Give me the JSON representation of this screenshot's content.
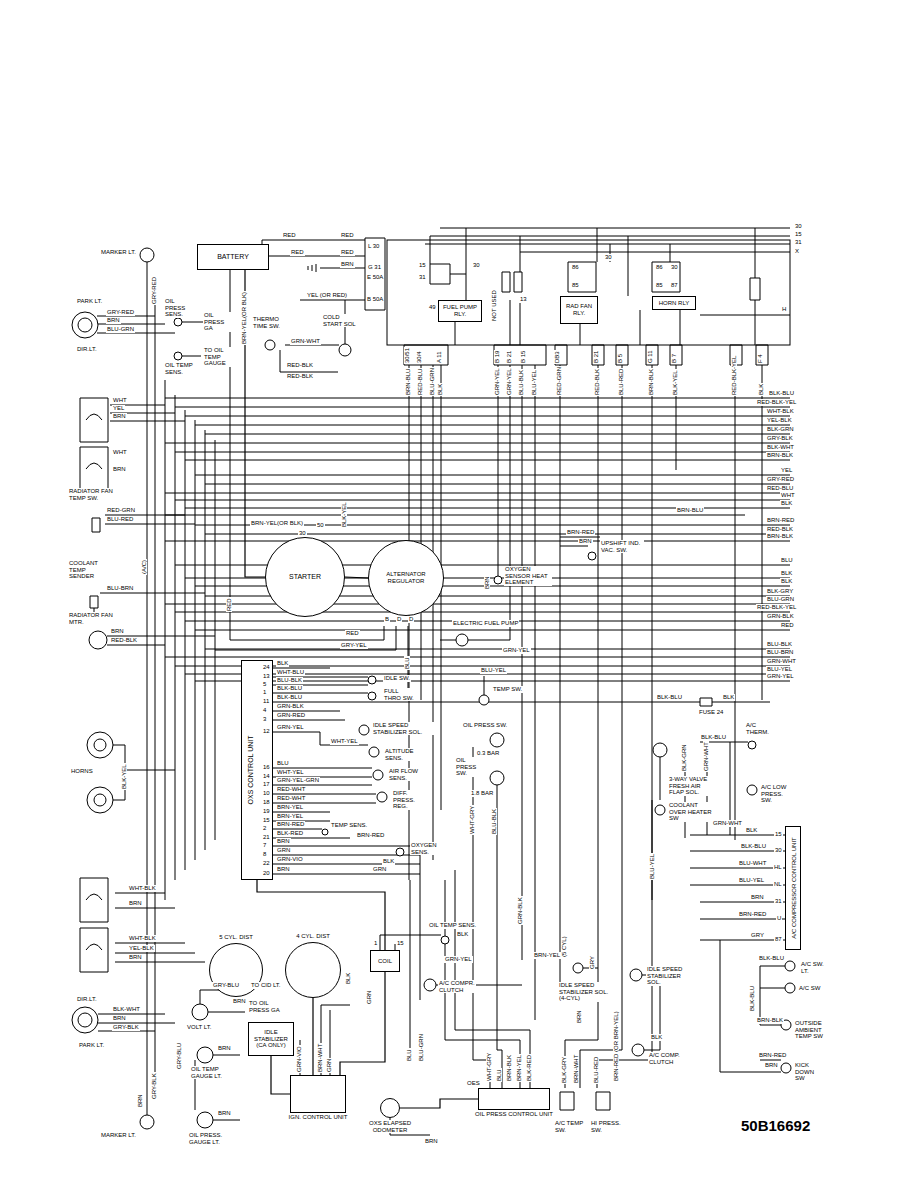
{
  "diagram": {
    "nodes": [
      {
        "text": [
          "BATTERY"
        ]
      },
      {
        "text": [
          "FUEL PUMP RLY."
        ]
      },
      {
        "text": [
          "RAD FAN RLY."
        ]
      },
      {
        "text": [
          "HORN RLY"
        ]
      },
      {
        "text": [
          "STARTER"
        ]
      },
      {
        "text": [
          "ALTERNATOR REGULATOR"
        ]
      },
      {
        "text": [
          "OXS CONTROL UNIT"
        ]
      },
      {
        "text": [
          "A/C COMPRESSOR CONTROL UNIT"
        ]
      },
      {
        "text": [
          "5 CYL. DIST"
        ]
      },
      {
        "text": [
          "4 CYL. DIST"
        ]
      },
      {
        "text": [
          "COIL"
        ]
      },
      {
        "text": [
          "IDLE STABILIZER (CA ONLY)"
        ]
      },
      {
        "text": [
          "IGN. CONTROL UNIT"
        ]
      },
      {
        "text": [
          "OXS ELAPSED ODOMETER"
        ]
      },
      {
        "text": [
          "OIL PRESS CONTROL UNIT"
        ]
      }
    ],
    "edges": [
      {
        "from": 0,
        "to": 4,
        "arrow": "none",
        "label": "BRN-YEL(OR BLK)"
      },
      {
        "from": 5,
        "to": 4,
        "arrow": "none"
      },
      {
        "from": 10,
        "to": 12,
        "arrow": "none"
      },
      {
        "from": 9,
        "to": 12,
        "arrow": "none"
      },
      {
        "from": 11,
        "to": 12,
        "arrow": "none"
      },
      {
        "from": 13,
        "to": 14,
        "arrow": "none"
      },
      {
        "from": 6,
        "to": 10,
        "arrow": "none"
      }
    ],
    "labels": [
      "MARKER LT.",
      "RED",
      "RED",
      "L 30",
      "RED",
      "RED",
      "BRN",
      "G 31",
      "E 50A",
      "YEL (OR RED)",
      "B 50A",
      "PARK LT.",
      "GRY-RED",
      "BRN",
      "BLU-GRN",
      "DIR.LT.",
      "GRY-RED",
      "OIL PRESS SENS.",
      "OIL PRESS GA",
      "TO OIL TEMP GAUGE",
      "OIL TEMP SENS.",
      "THERMO TIME SW.",
      "COLD START SOL",
      "GRN-WHT",
      "RED-BLK",
      "RED-BLK",
      "15",
      "31",
      "49",
      "30",
      "NOT USED",
      "13",
      "86",
      "85",
      "30",
      "86",
      "85",
      "87",
      "30",
      "H",
      "30",
      "15",
      "31",
      "X",
      "30/51",
      "30/4",
      "A 11",
      "B 19",
      "B 21",
      "B 15",
      "DB3",
      "B 21",
      "B 5",
      "G 11",
      "B 7",
      "L 1",
      "F 4",
      "BRN-BLU",
      "RED-BLU",
      "BLU-GRN",
      "BLK",
      "GRN-YEL",
      "GRN-YEL",
      "BLU-BLK",
      "BLU-YEL",
      "RED-GRN",
      "RED-BLK",
      "BLU-RED",
      "BRN-BLK",
      "BLK-YEL",
      "RED-BLK-YEL",
      "BLK",
      "BLK-BLU",
      "RED-BLK-YEL",
      "WHT-BLK",
      "YEL-BLK",
      "BLK-GRN",
      "GRY-BLK",
      "BLK-WHT",
      "BRN-BLK",
      "YEL",
      "GRY-RED",
      "RED-BLU",
      "WHT",
      "BLK",
      "BRN-BLU",
      "BRN-RED",
      "RED-BLK",
      "BRN-BLK",
      "BLU",
      "BLK",
      "BLK",
      "BLK-GRY",
      "BLU-GRN",
      "RED-BLK-YEL",
      "GRN-BLK",
      "RED",
      "BLU-BLK",
      "BLU-BRN",
      "GRN-WHT",
      "BLU-YEL",
      "GRN-YEL",
      "WHT",
      "YEL",
      "BRN",
      "WHT",
      "BRN",
      "RADIATOR FAN TEMP SW.",
      "RED-GRN",
      "BLU-RED",
      "COOLANT TEMP SENDER",
      "BLU-BRN",
      "RADIATOR FAN MTR.",
      "BRN",
      "RED-BLK",
      "HORNS",
      "BLK-YEL",
      "(A/C)",
      "BRN-YEL(OR BLK)",
      "50",
      "30",
      "BLK-YEL",
      "B",
      "D",
      "D",
      "BLU",
      "RED",
      "GRY-YEL",
      "RED",
      "BRN-RED",
      "BRN",
      "UPSHIFT IND. VAC. SW.",
      "BRN",
      "OXYGEN SENSOR HEAT ELEMENT",
      "ELECTRIC FUEL PUMP",
      "GRN-YEL",
      "BLU-YEL",
      "TEMP SW.",
      "BLK-BLU",
      "BLK",
      "FUSE 24",
      "24",
      "13",
      "5",
      "1",
      "11",
      "4",
      "3",
      "12",
      "16",
      "14",
      "17",
      "10",
      "18",
      "19",
      "15",
      "2",
      "21",
      "7",
      "8",
      "22",
      "20",
      "BLK",
      "WHT-BLU",
      "BLU-BLK",
      "BLK-BLU",
      "BLK-BLU",
      "GRN-BLK",
      "GRN-RED",
      "GRN-YEL",
      "BLU",
      "WHT-YEL",
      "GRN-YEL-GRN",
      "RED-WHT",
      "RED-WHT",
      "BRN-YEL",
      "BRN-YEL",
      "BRN-RED",
      "BLK-RED",
      "BRN",
      "GRN",
      "GRN-VIO",
      "BRN",
      "IDLE SW.",
      "FULL THRO SW.",
      "IDLE SPEED STABILIZER SOL.",
      "WHT-YEL",
      "ALTITUDE SENS.",
      "AIR FLOW SENS.",
      "DIFF. PRESS. REG.",
      "TEMP SENS.",
      "BRN-RED",
      "OXYGEN SENS.",
      "BLK",
      "GRN",
      "OIL PRESS SW.",
      "0.3 BAR",
      "OIL PRESS SW.",
      "1.8 BAR",
      "WHT-GRY",
      "BLU-BLK",
      "A/C THERM.",
      "BLK-BLU",
      "BLK-GRN",
      "GRN-WHT",
      "3-WAY VALVE FRESH AIR FLAP SOL.",
      "COOLANT OVER HEATER SW",
      "A/C LOW PRESS. SW.",
      "GRN-WHT",
      "BLU-YEL",
      "BLK",
      "BLK-BLU",
      "BLU-WHT",
      "BLU-YEL",
      "BRN",
      "BRN-RED",
      "GRY",
      "15",
      "30",
      "HL",
      "NL",
      "31",
      "U",
      "87",
      "BLK-BLU",
      "A/C SW. LT.",
      "A/C SW",
      "BLK-BLU",
      "BRN-BLK",
      "OUTSIDE AMBIENT TEMP SW",
      "BRN-RED",
      "BRN",
      "KICK DOWN SW",
      "OIL TEMP SENS.",
      "BLK",
      "GRN-BLK",
      "BRN-YEL",
      "GRN-YEL",
      "A/C COMPR. CLUTCH",
      "(5 CYL)",
      "GRY",
      "IDLE SPEED STABILIZER SOL. (4-CYL)",
      "BRN",
      "IDLE SPEED STABILIZER SOL.",
      "BRN-RED (OR BRN-YEL)",
      "A/C COMP. CLUTCH",
      "BLK",
      "GRY-BLU",
      "TO CID LT.",
      "TO OIL PRESS GA",
      "BRN",
      "VOLT LT.",
      "GRY-BLU",
      "OIL TEMP GAUGE LT.",
      "BRN",
      "OIL PRESS. GAUGE LT.",
      "BRN",
      "GRN-VIO",
      "BRN-WHT",
      "GRN",
      "BLK",
      "GRN",
      "BLU",
      "BLU-GRN",
      "BRN",
      "OES",
      "WHT-GRY",
      "BLU",
      "BRN-BLK",
      "BRN-YEL",
      "BLK-RED",
      "BLK-GRY",
      "BRN-WHT",
      "BLU-RED",
      "A/C TEMP SW.",
      "HI PRESS. SW.",
      "WHT-BLK",
      "BRN",
      "WHT-BLK",
      "YEL-BLK",
      "BRN",
      "DIR.LT.",
      "BLK-WHT",
      "BRN",
      "GRY-BLK",
      "PARK LT.",
      "MARKER LT.",
      "BRN",
      "GRY-BLK",
      "1",
      "15",
      "50B16692"
    ]
  }
}
